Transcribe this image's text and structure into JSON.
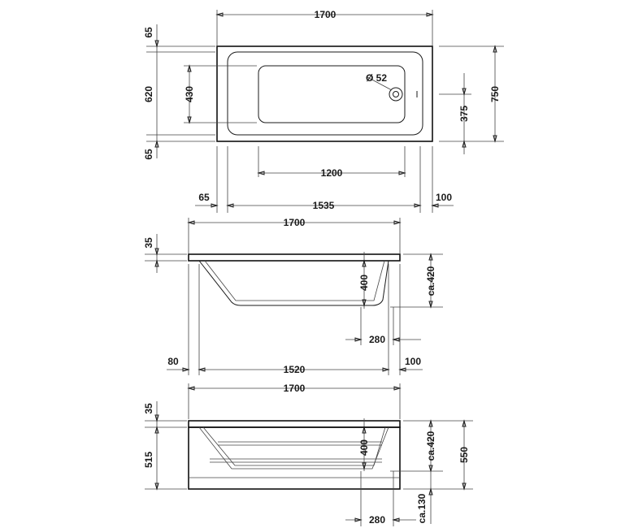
{
  "plan_view": {
    "length": "1700",
    "width": "750",
    "rim_top": "65",
    "inner_width": "620",
    "rim_bottom": "65",
    "floor_width": "430",
    "drain_diameter": "Ø 52",
    "drain_offset": "375",
    "floor_length": "1200",
    "rim_left": "65",
    "inner_length": "1535",
    "rim_right": "100"
  },
  "side_view": {
    "length": "1700",
    "rim_thickness": "35",
    "depth": "400",
    "total_depth": "ca.420",
    "drain_position": "280",
    "left_offset": "80",
    "bottom_length": "1520",
    "right_offset": "100"
  },
  "panel_view": {
    "length": "1700",
    "rim_thickness": "35",
    "panel_height": "515",
    "depth": "400",
    "total_depth": "ca.420",
    "overall_height": "550",
    "foot_height": "ca.130",
    "drain_position": "280"
  }
}
